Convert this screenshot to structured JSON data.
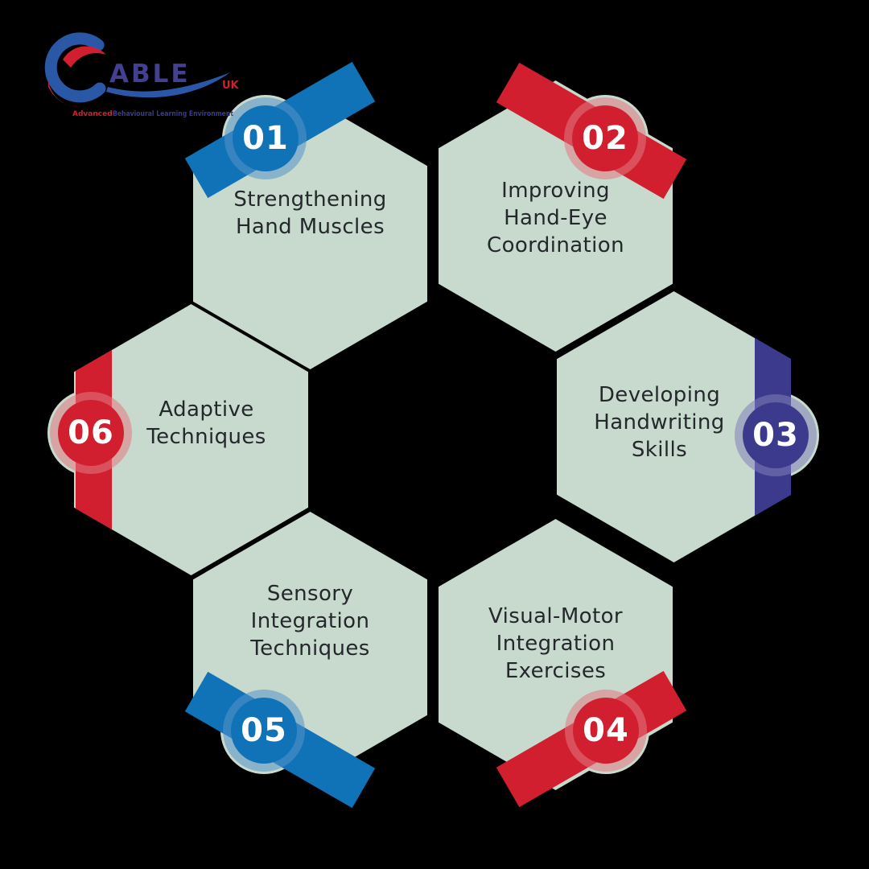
{
  "logo": {
    "brand": "ABLE",
    "country": "UK",
    "tagline_word1": "Advanced",
    "tagline_rest": "Behavioural Learning Environment"
  },
  "colors": {
    "background": "#000000",
    "hex_fill": "#c8dacd",
    "blue": "#1072b7",
    "red": "#d11f30",
    "indigo": "#3c3a8c",
    "label_text": "#24272c",
    "badge_number_text": "#ffffff"
  },
  "hexes": [
    {
      "number": "01",
      "label": "Strengthening\nHand Muscles",
      "color": "blue",
      "badge_position": "top-left"
    },
    {
      "number": "02",
      "label": "Improving\nHand-Eye\nCoordination",
      "color": "red",
      "badge_position": "top-right"
    },
    {
      "number": "03",
      "label": "Developing\nHandwriting\nSkills",
      "color": "indigo",
      "badge_position": "right"
    },
    {
      "number": "04",
      "label": "Visual-Motor\nIntegration\nExercises",
      "color": "red",
      "badge_position": "bottom-right"
    },
    {
      "number": "05",
      "label": "Sensory\nIntegration\nTechniques",
      "color": "blue",
      "badge_position": "bottom-left"
    },
    {
      "number": "06",
      "label": "Adaptive\nTechniques",
      "color": "red",
      "badge_position": "left"
    }
  ]
}
